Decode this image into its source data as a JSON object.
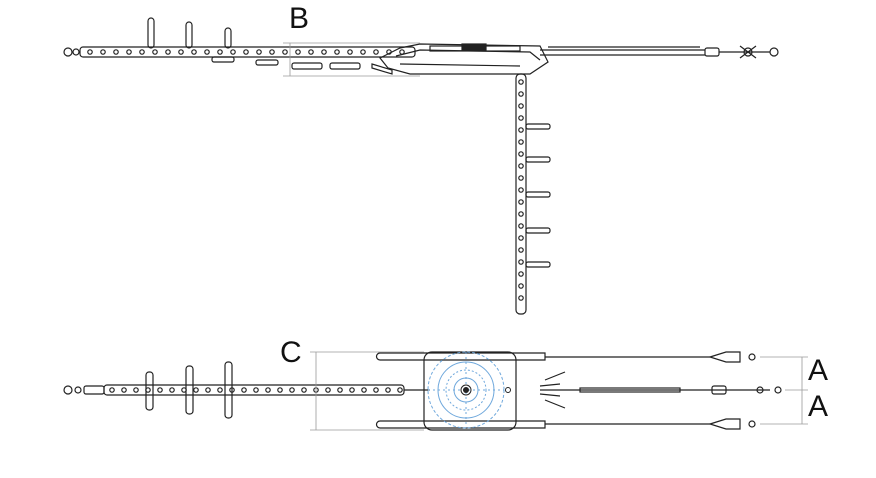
{
  "labels": {
    "b": "B",
    "c": "C",
    "a_upper": "A",
    "a_lower": "A"
  },
  "colors": {
    "line": "#222222",
    "dimension": "#9a9a9a",
    "highlight": "#6fa8dc"
  }
}
